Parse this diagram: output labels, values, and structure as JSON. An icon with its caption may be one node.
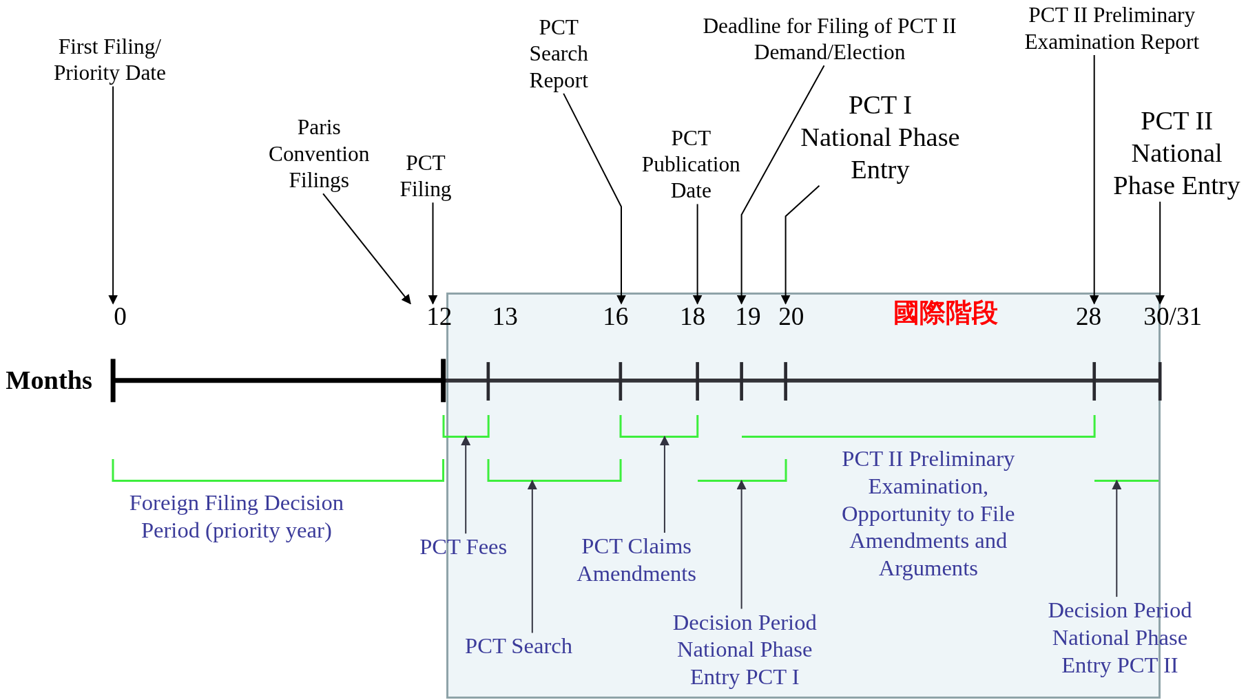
{
  "diagram": {
    "nodes": [
      {
        "text": [
          "國際階段"
        ]
      },
      {
        "text": [
          "First Filing/ Priority Date"
        ]
      },
      {
        "text": [
          "Paris Convention Filings"
        ]
      },
      {
        "text": [
          "PCT Filing"
        ]
      },
      {
        "text": [
          "PCT Search Report"
        ]
      },
      {
        "text": [
          "PCT Publication Date"
        ]
      },
      {
        "text": [
          "Deadline for Filing of PCT II Demand/Election"
        ]
      },
      {
        "text": [
          "PCT I National Phase Entry"
        ]
      },
      {
        "text": [
          "PCT II Preliminary Examination Report"
        ]
      },
      {
        "text": [
          "PCT II National Phase Entry"
        ]
      },
      {
        "text": [
          "PCT Fees"
        ]
      },
      {
        "text": [
          "PCT Search"
        ],
        "in": 0
      },
      {
        "text": [
          "PCT Claims Amendments"
        ],
        "in": 0
      },
      {
        "text": [
          "Decision Period National Phase Entry PCT I"
        ],
        "in": 0
      },
      {
        "text": [
          "Decision Period National Phase Entry PCT II"
        ]
      },
      {
        "text": [
          "0"
        ]
      },
      {
        "text": [
          "12"
        ]
      },
      {
        "text": [
          "13"
        ],
        "in": 0
      },
      {
        "text": [
          "16"
        ],
        "in": 0
      },
      {
        "text": [
          "18"
        ],
        "in": 0
      },
      {
        "text": [
          "19"
        ],
        "in": 0
      },
      {
        "text": [
          "20"
        ],
        "in": 0
      },
      {
        "text": [
          "28"
        ],
        "in": 0
      },
      {
        "text": [
          "30/31"
        ]
      },
      {
        "text": [],
        "shape": "bracket",
        "beside": [
          "Foreign Filing Decision Period (priority year)"
        ]
      },
      {
        "text": [],
        "shape": "bracket"
      },
      {
        "text": [],
        "shape": "bracket",
        "in": 0
      },
      {
        "text": [],
        "shape": "bracket",
        "in": 0
      },
      {
        "text": [],
        "shape": "bracket",
        "in": 0
      },
      {
        "text": [],
        "shape": "bracket",
        "in": 0,
        "beside": [
          "PCT II Preliminary Examination, Opportunity to File Amendments and Arguments"
        ]
      },
      {
        "text": [],
        "shape": "bracket",
        "in": 0
      }
    ],
    "edges": [
      {
        "from": 1,
        "to": 15,
        "arrow": "to"
      },
      {
        "from": 2,
        "to": 16,
        "arrow": "to"
      },
      {
        "from": 3,
        "to": 16,
        "arrow": "to"
      },
      {
        "from": 4,
        "to": 18,
        "arrow": "to"
      },
      {
        "from": 5,
        "to": 19,
        "arrow": "to"
      },
      {
        "from": 6,
        "to": 20,
        "arrow": "to"
      },
      {
        "from": 7,
        "to": 21,
        "arrow": "to"
      },
      {
        "from": 8,
        "to": 22,
        "arrow": "to"
      },
      {
        "from": 9,
        "to": 23,
        "arrow": "to"
      },
      {
        "from": 10,
        "to": 25,
        "arrow": "to"
      },
      {
        "from": 11,
        "to": 26,
        "arrow": "to"
      },
      {
        "from": 12,
        "to": 27,
        "arrow": "to"
      },
      {
        "from": 13,
        "to": 28,
        "arrow": "to"
      },
      {
        "from": 14,
        "to": 30,
        "arrow": "to"
      }
    ],
    "labels": [
      "Months"
    ]
  }
}
